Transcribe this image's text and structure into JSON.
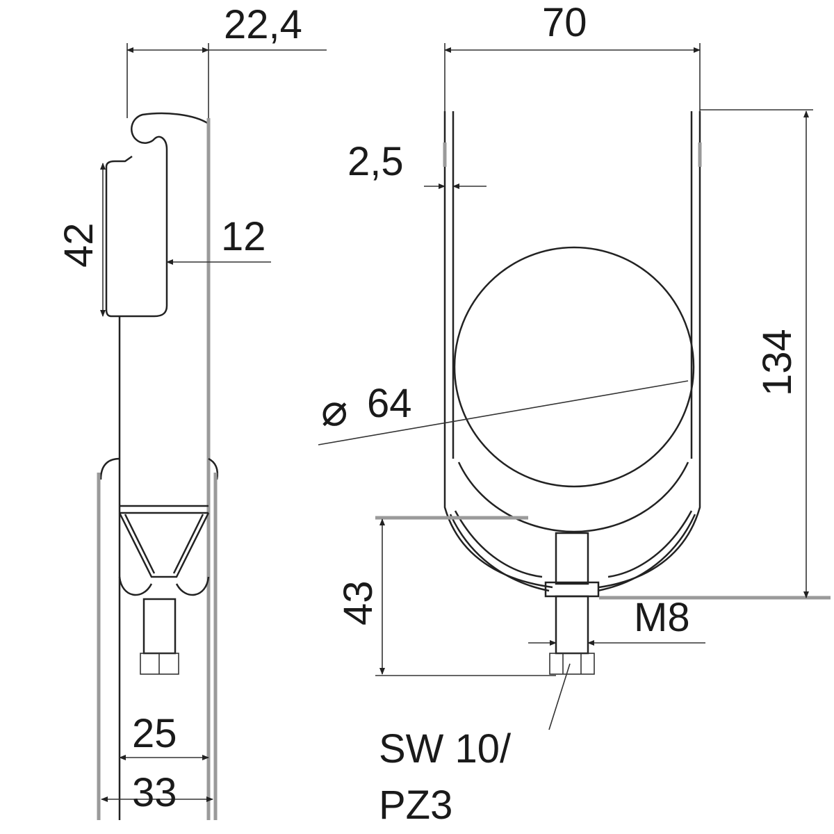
{
  "drawing": {
    "side_view": {
      "dim_top_width": "22,4",
      "dim_hook_height": "42",
      "dim_hook_depth": "12",
      "dim_inner_width": "25",
      "dim_outer_width": "33"
    },
    "front_view": {
      "dim_width": "70",
      "dim_thickness": "2,5",
      "dim_diameter_symbol": "⌀",
      "dim_diameter": "64",
      "dim_height": "134",
      "dim_bolt_height": "43",
      "dim_thread": "M8",
      "callout_line1": "SW 10/",
      "callout_line2": "PZ3"
    },
    "colors": {
      "line": "#222222",
      "extension": "#9a9a9a"
    }
  }
}
